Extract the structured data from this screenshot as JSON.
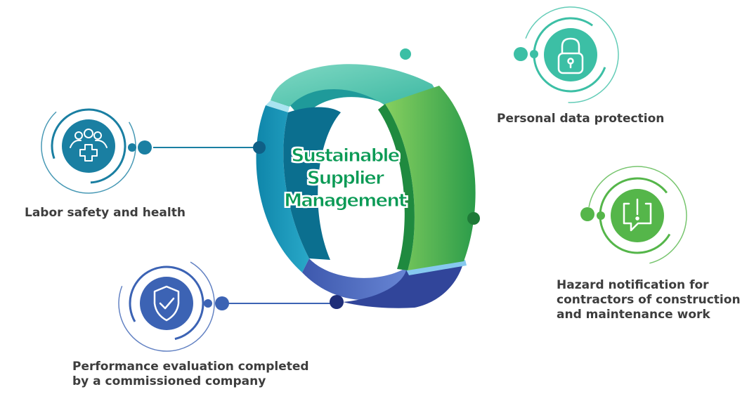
{
  "center": {
    "line1": "Sustainable",
    "line2": "Supplier",
    "line3": "Management"
  },
  "nodes": {
    "labor_safety": {
      "label": "Labor safety and health",
      "icon": "people-plus-icon",
      "color": "#1a7fa2"
    },
    "data_protection": {
      "label": "Personal data protection",
      "icon": "padlock-icon",
      "color": "#3cbfa5"
    },
    "hazard": {
      "label": "Hazard notification for\ncontractors of construction\nand maintenance work",
      "icon": "alert-speech-bubble-icon",
      "color": "#55b64a"
    },
    "performance": {
      "label": "Performance evaluation completed\nby a commissioned company",
      "icon": "shield-check-icon",
      "color": "#3c63b4"
    }
  },
  "colors": {
    "ring_teal": "#4fc2ac",
    "ring_blue": "#1590b3",
    "ring_green": "#3fae4e",
    "ring_indigo": "#3c5cb0",
    "title_green": "#0a9a55"
  }
}
